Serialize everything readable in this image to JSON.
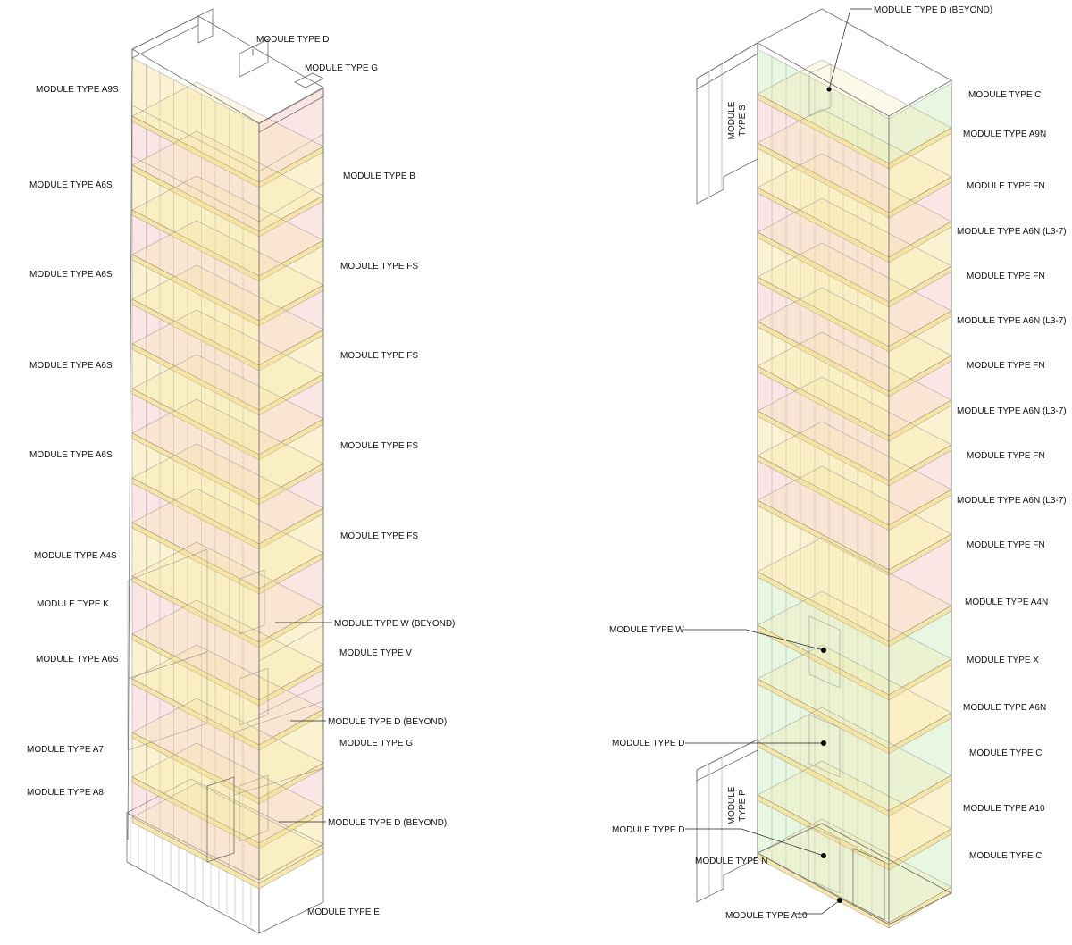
{
  "palette": {
    "A": "#f6e39a",
    "F": "#f7c7c7",
    "B": "#c8ecf5",
    "green": "#cdeebd",
    "K": "#d9bfa3",
    "V": "#d8dcf3",
    "G": "#f5b48f",
    "D": "#9fb5e3",
    "W": "#a9dccb",
    "E": "#d3d3d3",
    "brightYellow": "#fff27a",
    "outline": "#6b6b6b"
  },
  "left_tower": {
    "labels_left": [
      "MODULE TYPE A9S",
      "MODULE TYPE A6S",
      "MODULE TYPE A6S",
      "MODULE TYPE A6S",
      "MODULE TYPE A6S",
      "MODULE TYPE A4S",
      "MODULE TYPE K",
      "MODULE TYPE A6S",
      "MODULE TYPE A7",
      "MODULE TYPE A8"
    ],
    "labels_right": [
      "MODULE TYPE D",
      "MODULE TYPE G",
      "MODULE TYPE B",
      "MODULE TYPE FS",
      "MODULE TYPE FS",
      "MODULE TYPE FS",
      "MODULE TYPE FS",
      "MODULE TYPE W (BEYOND)",
      "MODULE TYPE V",
      "MODULE TYPE D (BEYOND)",
      "MODULE TYPE G",
      "MODULE TYPE D (BEYOND)",
      "MODULE TYPE E"
    ]
  },
  "right_tower": {
    "top_label": "MODULE TYPE D (BEYOND)",
    "side_module_s": [
      "MODULE",
      "TYPE S"
    ],
    "side_module_p": [
      "MODULE",
      "TYPE P"
    ],
    "labels_right": [
      "MODULE TYPE C",
      "MODULE TYPE A9N",
      "MODULE TYPE FN",
      "MODULE TYPE A6N (L3-7)",
      "MODULE TYPE FN",
      "MODULE TYPE A6N (L3-7)",
      "MODULE TYPE FN",
      "MODULE TYPE A6N (L3-7)",
      "MODULE TYPE FN",
      "MODULE TYPE A6N (L3-7)",
      "MODULE TYPE FN",
      "MODULE TYPE A4N",
      "MODULE TYPE X",
      "MODULE TYPE A6N",
      "MODULE TYPE C",
      "MODULE TYPE A10",
      "MODULE TYPE C"
    ],
    "labels_left": [
      "MODULE TYPE W",
      "MODULE TYPE D",
      "MODULE TYPE D",
      "MODULE TYPE N"
    ],
    "bottom_label": "MODULE TYPE A10"
  }
}
